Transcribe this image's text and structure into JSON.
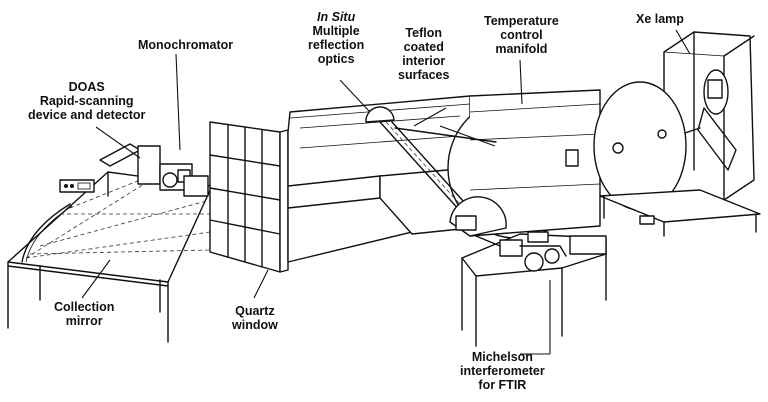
{
  "labels": {
    "doas": [
      "DOAS",
      "Rapid-scanning",
      "device and detector"
    ],
    "monochromator": [
      "Monochromator"
    ],
    "in_situ": [
      "In Situ",
      "Multiple",
      "reflection",
      "optics"
    ],
    "teflon": [
      "Teflon",
      "coated",
      "interior",
      "surfaces"
    ],
    "temperature": [
      "Temperature",
      "control",
      "manifold"
    ],
    "xe_lamp": [
      "Xe lamp"
    ],
    "collection_mirror": [
      "Collection",
      "mirror"
    ],
    "quartz_window": [
      "Quartz",
      "window"
    ],
    "michelson": [
      "Michelson",
      "interferometer",
      "for FTIR"
    ]
  }
}
